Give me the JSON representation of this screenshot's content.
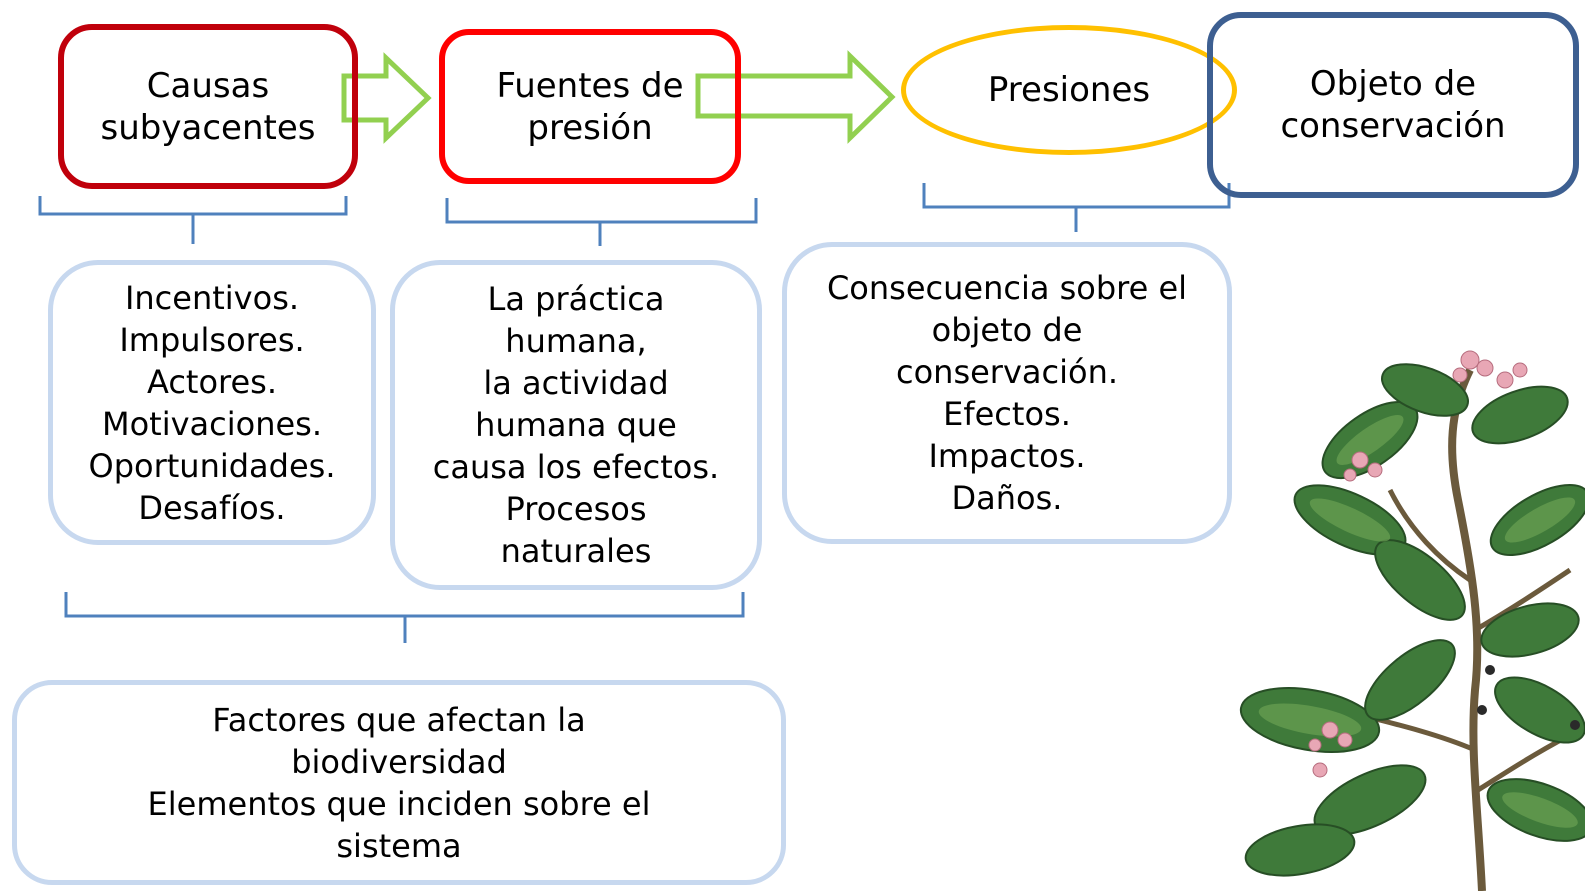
{
  "top_row": {
    "causas": [
      "Causas",
      "subyacentes"
    ],
    "fuentes": [
      "Fuentes de",
      "presión"
    ],
    "presiones": [
      "Presiones"
    ],
    "objeto": [
      "Objeto de",
      "conservación"
    ]
  },
  "descriptions": {
    "causas": [
      "Incentivos.",
      "Impulsores.",
      "Actores.",
      "Motivaciones.",
      "Oportunidades.",
      "Desafíos."
    ],
    "fuentes": [
      "La práctica",
      "humana,",
      "la actividad",
      "humana que",
      "causa los efectos.",
      "Procesos",
      "naturales"
    ],
    "presiones": [
      "Consecuencia sobre el",
      "objeto de",
      "conservación.",
      "Efectos.",
      "Impactos.",
      "Daños."
    ],
    "factores": [
      "Factores que afectan la",
      "biodiversidad",
      "Elementos que inciden sobre el",
      "sistema"
    ]
  },
  "colors": {
    "causas_border": "#c0000b",
    "fuentes_border": "#ff0000",
    "presiones_border": "#ffc000",
    "objeto_border": "#3d5f91",
    "arrow_outline": "#92d050",
    "brace": "#4f81bd",
    "desc_border": "#c7d8ef"
  },
  "icons": {
    "arrow": "right-arrow-outline-icon",
    "brace": "curly-brace-icon",
    "plant": "plant-branch-illustration"
  }
}
